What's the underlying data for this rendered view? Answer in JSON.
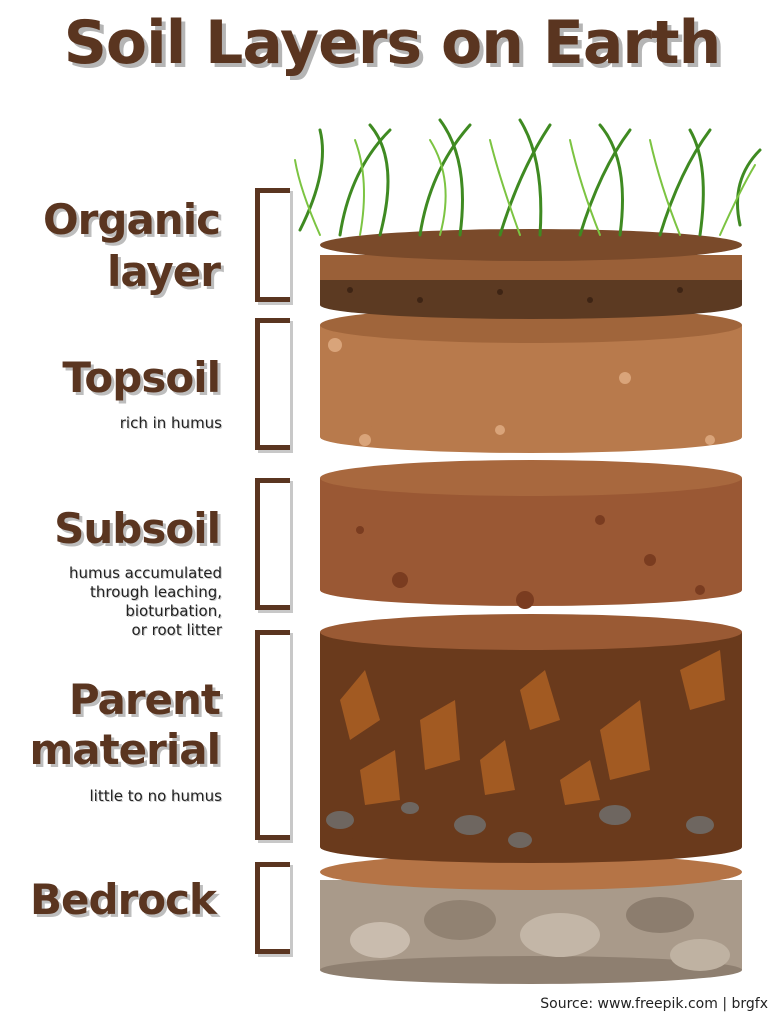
{
  "title": "Soil Layers on Earth",
  "layers": [
    {
      "name_lines": [
        "Organic",
        "layer"
      ],
      "description": ""
    },
    {
      "name_lines": [
        "Topsoil"
      ],
      "description": "rich in humus"
    },
    {
      "name_lines": [
        "Subsoil"
      ],
      "description_lines": [
        "humus accumulated",
        "through leaching,",
        "bioturbation,",
        "or root litter"
      ]
    },
    {
      "name_lines": [
        "Parent",
        "material"
      ],
      "description": "little to no humus"
    },
    {
      "name_lines": [
        "Bedrock"
      ],
      "description": ""
    }
  ],
  "source": "Source: www.freepik.com | brgfx",
  "colors": {
    "title": "#5a3520",
    "organic": "#5c3a22",
    "topsoil": "#b87a4c",
    "subsoil": "#9a5834",
    "parent": "#6a3a1c",
    "bedrock": "#a99a8a",
    "grass": "#4e9a2a"
  }
}
